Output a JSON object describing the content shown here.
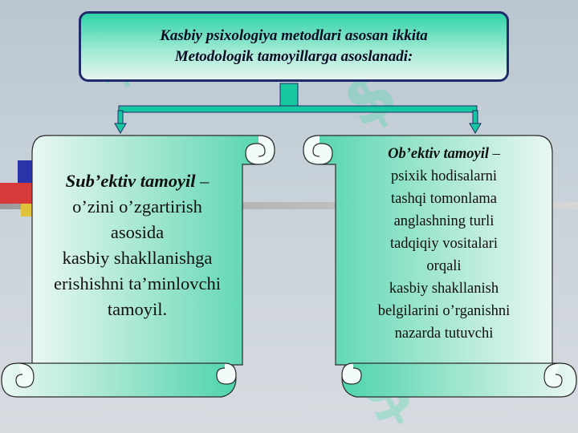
{
  "title": {
    "line1": "Kasbiy psixologiya metodlari asosan ikkita",
    "line2": "Metodologik tamoyillarga asoslanadi:"
  },
  "left_scroll": {
    "lead": "Sub’ektiv tamoyil",
    "dash": " –",
    "lines": [
      "o’zini o’zgartirish",
      "asosida",
      "kasbiy shakllanishga",
      "erishishni ta’minlovchi",
      "tamoyil."
    ]
  },
  "right_scroll": {
    "lead": "Ob’ektiv tamoyil",
    "dash": " –",
    "lines": [
      "psixik hodisalarni",
      "tashqi tomonlama",
      "anglashning turli",
      "tadqiqiy vositalari",
      "orqali",
      "kasbiy shakllanish",
      "belgilarini o’rganishni",
      "nazarda tutuvchi"
    ]
  },
  "colors": {
    "scroll_fill": "#6fdcbc",
    "scroll_fill_light": "#e9f7f2",
    "border": "#1f2b6a",
    "connector": "#15c8a0"
  }
}
